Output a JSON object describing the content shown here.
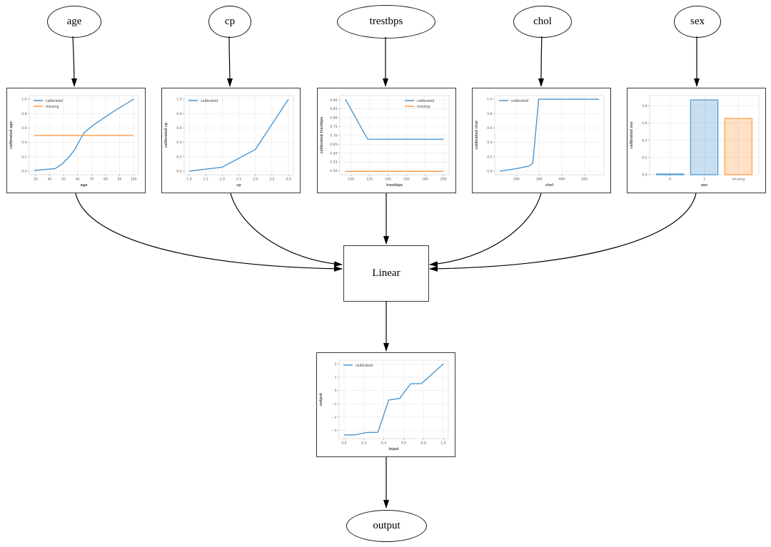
{
  "diagram": {
    "nodes": {
      "age": {
        "label": "age"
      },
      "cp": {
        "label": "cp"
      },
      "trestbps": {
        "label": "trestbps"
      },
      "chol": {
        "label": "chol"
      },
      "sex": {
        "label": "sex"
      },
      "linear": {
        "label": "Linear"
      },
      "output": {
        "label": "output"
      }
    },
    "edges": [
      {
        "from": "age",
        "to": "age-calibrator"
      },
      {
        "from": "cp",
        "to": "cp-calibrator"
      },
      {
        "from": "trestbps",
        "to": "trestbps-calibrator"
      },
      {
        "from": "chol",
        "to": "chol-calibrator"
      },
      {
        "from": "sex",
        "to": "sex-calibrator"
      },
      {
        "from": "age-calibrator",
        "to": "linear"
      },
      {
        "from": "cp-calibrator",
        "to": "linear"
      },
      {
        "from": "trestbps-calibrator",
        "to": "linear"
      },
      {
        "from": "chol-calibrator",
        "to": "linear"
      },
      {
        "from": "sex-calibrator",
        "to": "linear"
      },
      {
        "from": "linear",
        "to": "output-calibrator"
      },
      {
        "from": "output-calibrator",
        "to": "output"
      }
    ]
  },
  "colors": {
    "calibrated": "#4a96d1",
    "missing": "#ff9b42",
    "edge": "#000000",
    "grid": "#ececec",
    "tick_text": "#555555"
  },
  "chart_data": [
    {
      "id": "age-calibrator",
      "type": "line",
      "xlabel": "age",
      "ylabel": "calibrated age",
      "xlim": [
        25.5,
        103.5
      ],
      "ylim": [
        -0.05,
        1.05
      ],
      "xticks": [
        30,
        40,
        50,
        60,
        70,
        80,
        90,
        100
      ],
      "xtick_labels": [
        "30",
        "40",
        "50",
        "60",
        "70",
        "80",
        "90",
        "100"
      ],
      "yticks": [
        0.0,
        0.2,
        0.4,
        0.6,
        0.8,
        1.0
      ],
      "ytick_labels": [
        "0.0",
        "0.2",
        "0.4",
        "0.6",
        "0.8",
        "1.0"
      ],
      "legend_pos": "tl",
      "series": [
        {
          "name": "calibrated",
          "color": "#4a96d1",
          "points": [
            [
              29,
              0.01
            ],
            [
              44,
              0.035
            ],
            [
              49,
              0.1
            ],
            [
              54,
              0.2
            ],
            [
              58,
              0.3
            ],
            [
              63,
              0.48
            ],
            [
              65,
              0.54
            ],
            [
              72,
              0.65
            ],
            [
              85,
              0.82
            ],
            [
              100,
              1.0
            ]
          ]
        },
        {
          "name": "missing",
          "color": "#ff9b42",
          "points": [
            [
              29,
              0.497
            ],
            [
              100,
              0.497
            ]
          ]
        }
      ]
    },
    {
      "id": "cp-calibrator",
      "type": "line",
      "xlabel": "cp",
      "ylabel": "calibrated cp",
      "xlim": [
        0.85,
        4.15
      ],
      "ylim": [
        -0.05,
        1.05
      ],
      "xticks": [
        1.0,
        1.5,
        2.0,
        2.5,
        3.0,
        3.5,
        4.0
      ],
      "xtick_labels": [
        "1.0",
        "1.5",
        "2.0",
        "2.5",
        "3.0",
        "3.5",
        "4.0"
      ],
      "yticks": [
        0.0,
        0.2,
        0.4,
        0.6,
        0.8,
        1.0
      ],
      "ytick_labels": [
        "0.0",
        "0.2",
        "0.4",
        "0.6",
        "0.8",
        "1.0"
      ],
      "legend_pos": "tl",
      "series": [
        {
          "name": "calibrated",
          "color": "#4a96d1",
          "points": [
            [
              1.0,
              0.0
            ],
            [
              2.0,
              0.055
            ],
            [
              3.0,
              0.3
            ],
            [
              4.0,
              1.0
            ]
          ]
        }
      ]
    },
    {
      "id": "trestbps-calibrator",
      "type": "line",
      "xlabel": "trestbps",
      "ylabel": "calibrated trestbps",
      "xlim": [
        88,
        206
      ],
      "ylim": [
        0.478,
        0.925
      ],
      "xticks": [
        100,
        120,
        140,
        160,
        180,
        200
      ],
      "xtick_labels": [
        "100",
        "120",
        "140",
        "160",
        "180",
        "200"
      ],
      "yticks": [
        0.5,
        0.55,
        0.6,
        0.65,
        0.7,
        0.75,
        0.8,
        0.85,
        0.9
      ],
      "ytick_labels": [
        "0.50",
        "0.55",
        "0.60",
        "0.65",
        "0.70",
        "0.75",
        "0.80",
        "0.85",
        "0.90"
      ],
      "legend_pos": "tr",
      "series": [
        {
          "name": "calibrated",
          "color": "#4a96d1",
          "points": [
            [
              94,
              0.905
            ],
            [
              118,
              0.679
            ],
            [
              200,
              0.678
            ]
          ]
        },
        {
          "name": "missing",
          "color": "#ff9b42",
          "points": [
            [
              94,
              0.497
            ],
            [
              200,
              0.497
            ]
          ]
        }
      ]
    },
    {
      "id": "chol-calibrator",
      "type": "line",
      "xlabel": "chol",
      "ylabel": "calibrated chol",
      "xlim": [
        104,
        586
      ],
      "ylim": [
        -0.05,
        1.05
      ],
      "xticks": [
        200,
        300,
        400,
        500
      ],
      "xtick_labels": [
        "200",
        "300",
        "400",
        "500"
      ],
      "yticks": [
        0.0,
        0.2,
        0.4,
        0.6,
        0.8,
        1.0
      ],
      "ytick_labels": [
        "0.0",
        "0.2",
        "0.4",
        "0.6",
        "0.8",
        "1.0"
      ],
      "legend_pos": "tl",
      "series": [
        {
          "name": "calibrated",
          "color": "#4a96d1",
          "points": [
            [
              126,
              0.0
            ],
            [
              200,
              0.035
            ],
            [
              255,
              0.07
            ],
            [
              272,
              0.11
            ],
            [
              298,
              1.0
            ],
            [
              564,
              1.0
            ]
          ]
        }
      ]
    },
    {
      "id": "sex-calibrator",
      "type": "bar",
      "xlabel": "sex",
      "ylabel": "calibrated sex",
      "categories": [
        "0",
        "1",
        "missing"
      ],
      "values": [
        0.008,
        0.87,
        0.655
      ],
      "bar_fills": [
        "rgba(74,150,209,0.3)",
        "rgba(74,150,209,0.3)",
        "rgba(255,155,66,0.3)"
      ],
      "bar_edges": [
        "#4a96d1",
        "#4a96d1",
        "#ff9b42"
      ],
      "ylim": [
        0,
        0.92
      ],
      "yticks": [
        0.0,
        0.2,
        0.4,
        0.6,
        0.8
      ],
      "ytick_labels": [
        "0.0",
        "0.2",
        "0.4",
        "0.6",
        "0.8"
      ],
      "legend_pos": null
    },
    {
      "id": "output-calibrator",
      "type": "line",
      "xlabel": "input",
      "ylabel": "output",
      "xlim": [
        -0.05,
        1.05
      ],
      "ylim": [
        -3.62,
        2.28
      ],
      "xticks": [
        0.0,
        0.2,
        0.4,
        0.6,
        0.8,
        1.0
      ],
      "xtick_labels": [
        "0.0",
        "0.2",
        "0.4",
        "0.6",
        "0.8",
        "1.0"
      ],
      "yticks": [
        -3,
        -2,
        -1,
        0,
        1,
        2
      ],
      "ytick_labels": [
        "−3",
        "−2",
        "−1",
        "0",
        "1",
        "2"
      ],
      "legend_pos": "tl",
      "series": [
        {
          "name": "calibrated",
          "color": "#4a96d1",
          "points": [
            [
              0.0,
              -3.34
            ],
            [
              0.11,
              -3.34
            ],
            [
              0.22,
              -3.17
            ],
            [
              0.34,
              -3.15
            ],
            [
              0.45,
              -0.72
            ],
            [
              0.56,
              -0.6
            ],
            [
              0.67,
              0.5
            ],
            [
              0.78,
              0.52
            ],
            [
              1.0,
              2.0
            ]
          ]
        }
      ]
    }
  ]
}
